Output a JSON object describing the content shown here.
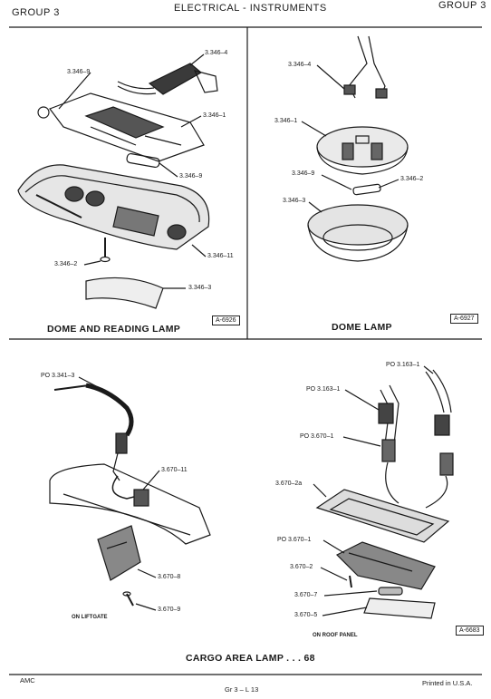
{
  "header": {
    "left": "GROUP 3",
    "center": "ELECTRICAL - INSTRUMENTS",
    "right": "GROUP 3"
  },
  "panel_a": {
    "caption": "DOME AND READING LAMP",
    "code": "A-6926",
    "labels": [
      "3.346–9",
      "3.346–4",
      "3.346–1",
      "3.346–9",
      "3.346–11",
      "3.346–2",
      "3.346–3"
    ]
  },
  "panel_b": {
    "caption": "DOME LAMP",
    "code": "A-6927",
    "labels": [
      "3.346–4",
      "3.346–1",
      "3.346–9",
      "3.346–2",
      "3.346–3"
    ]
  },
  "panel_c": {
    "caption": "CARGO AREA LAMP . . . 68",
    "code": "A-6683",
    "sub_left": "ON LIFTGATE",
    "sub_right": "ON ROOF PANEL",
    "labels": [
      "PO 3.341–3",
      "3.670–11",
      "3.670–8",
      "3.670–9",
      "PO 3.163–1",
      "PO 3.163–1",
      "PO 3.670–1",
      "3.670–2a",
      "PO 3.670–1",
      "3.670–2",
      "3.670–7",
      "3.670–5"
    ]
  },
  "footer": {
    "left": "AMC",
    "center": "Gr  3  –  L  13",
    "right": "Printed  in U.S.A."
  }
}
